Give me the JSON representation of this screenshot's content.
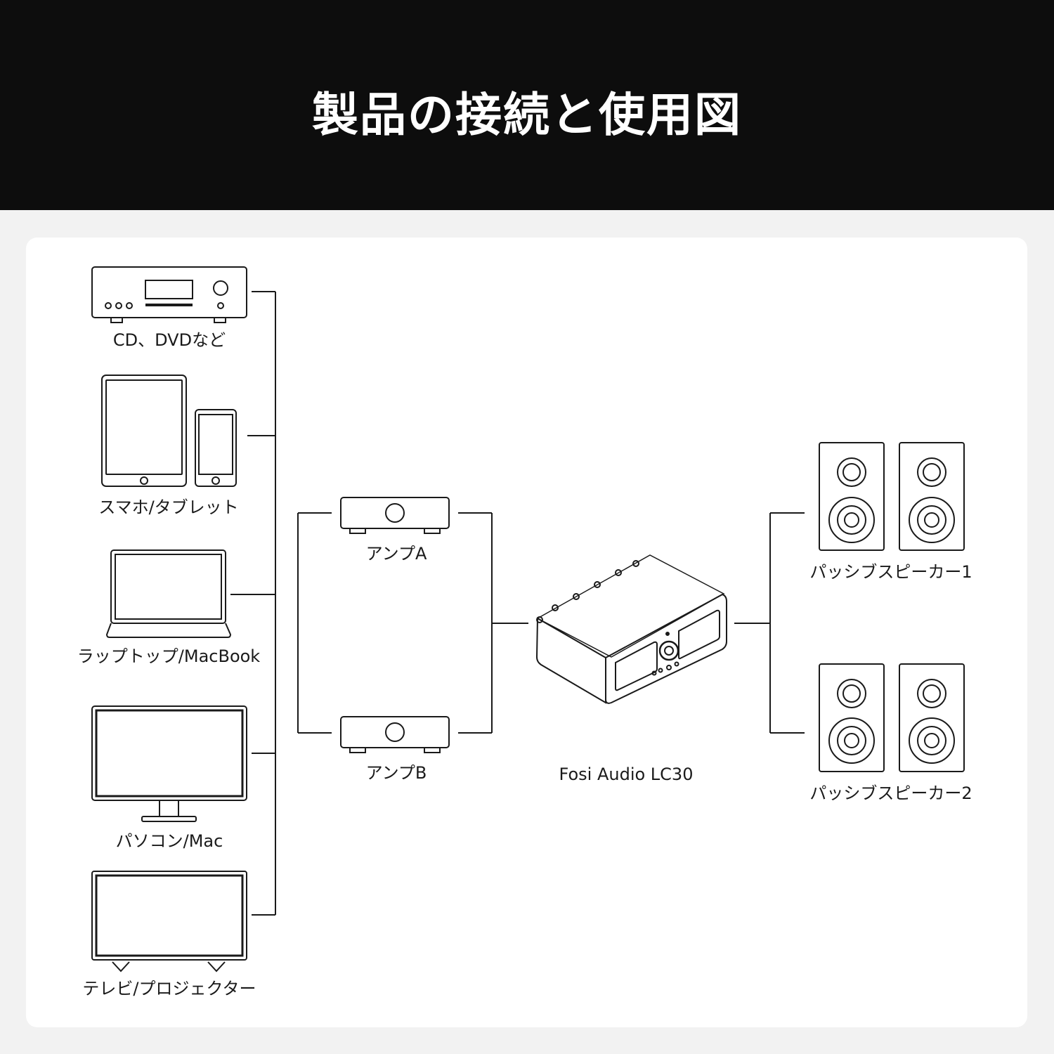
{
  "header": {
    "title": "製品の接続と使用図"
  },
  "sources": [
    {
      "label": "CD、DVDなど",
      "icon": "cd-player-icon"
    },
    {
      "label": "スマホ/タブレット",
      "icon": "tablet-phone-icon"
    },
    {
      "label": "ラップトップ/MacBook",
      "icon": "laptop-icon"
    },
    {
      "label": "パソコン/Mac",
      "icon": "monitor-icon"
    },
    {
      "label": "テレビ/プロジェクター",
      "icon": "tv-icon"
    }
  ],
  "amps": [
    {
      "label": "アンプA",
      "icon": "amplifier-icon"
    },
    {
      "label": "アンプB",
      "icon": "amplifier-icon"
    }
  ],
  "device": {
    "label": "Fosi Audio LC30",
    "icon": "fosi-lc30-device-icon"
  },
  "speakers": [
    {
      "label": "パッシブスピーカー1",
      "icon": "speaker-pair-icon"
    },
    {
      "label": "パッシブスピーカー2",
      "icon": "speaker-pair-icon"
    }
  ],
  "colors": {
    "header_bg": "#0d0d0d",
    "page_bg": "#f2f2f2",
    "card_bg": "#ffffff",
    "line": "#1a1a1a"
  }
}
